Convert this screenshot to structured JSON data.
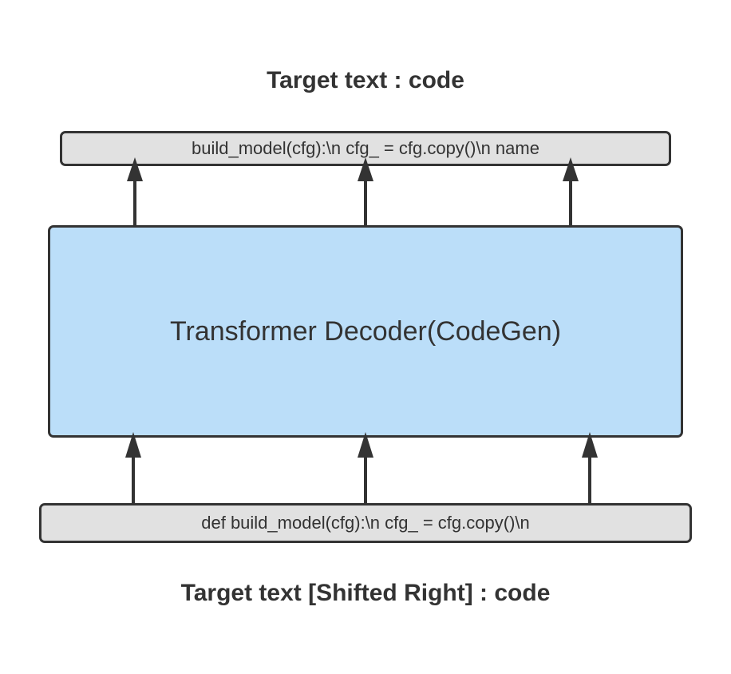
{
  "diagram": {
    "output_title": "Target text : code",
    "output_tokens": "build_model(cfg):\\n cfg_ = cfg.copy()\\n name",
    "decoder_label": "Transformer Decoder(CodeGen)",
    "input_tokens": "def build_model(cfg):\\n cfg_ = cfg.copy()\\n",
    "input_title": "Target text [Shifted Right] : code"
  },
  "colors": {
    "decoder_fill": "#bbdef9",
    "token_box_fill": "#e1e1e1",
    "stroke": "#333333"
  }
}
